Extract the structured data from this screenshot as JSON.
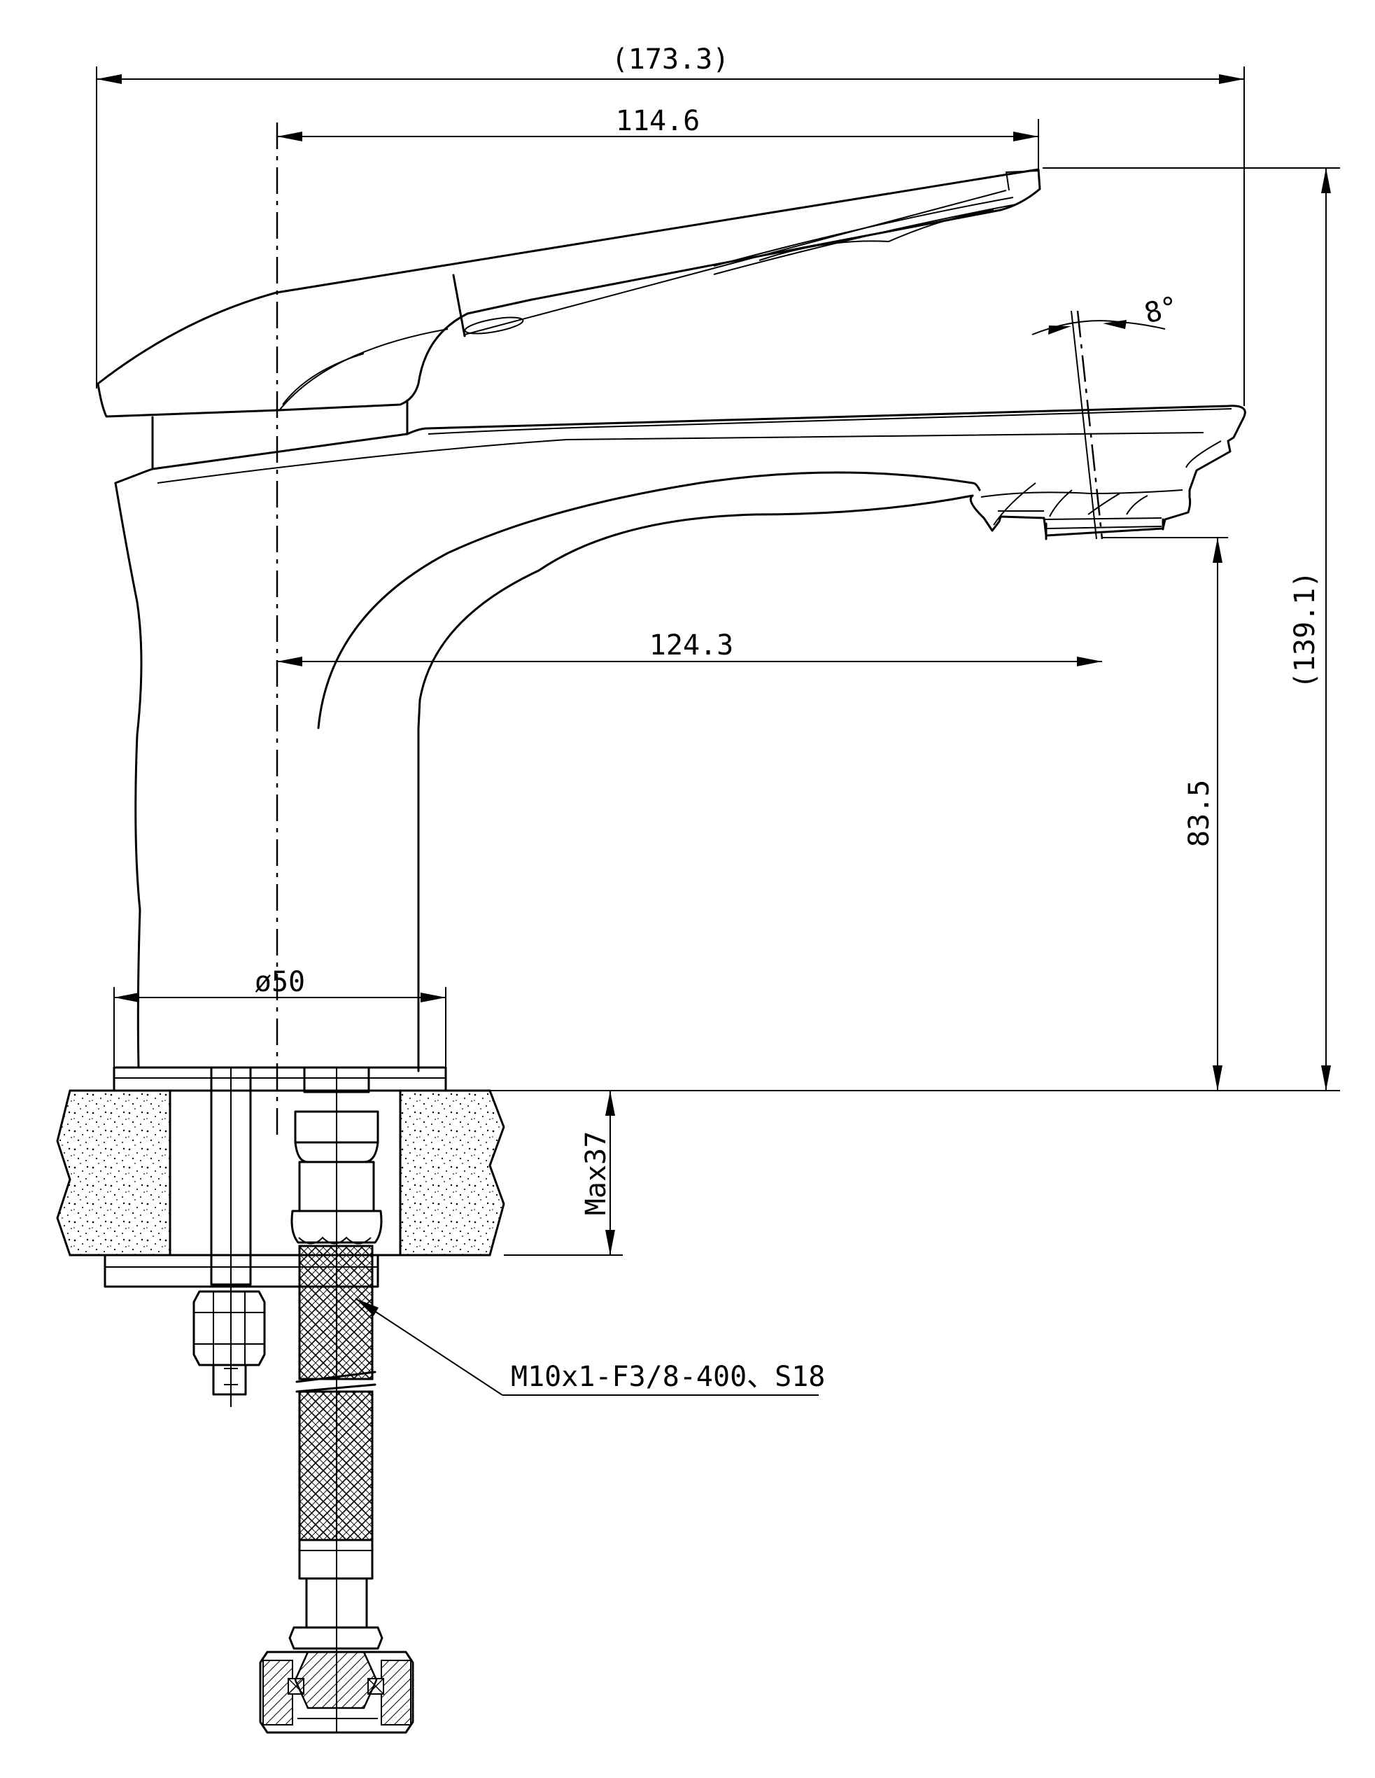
{
  "drawing": {
    "dimensions": {
      "overall_length": "(173.3)",
      "handle_reach": "114.6",
      "spout_reach": "124.3",
      "overall_height": "(139.1)",
      "spout_height": "83.5",
      "base_diameter": "ø50",
      "max_deck_thickness": "Max37",
      "spout_angle": "8°"
    },
    "callouts": {
      "hose_spec": "M10x1-F3/8-400、S18"
    }
  }
}
